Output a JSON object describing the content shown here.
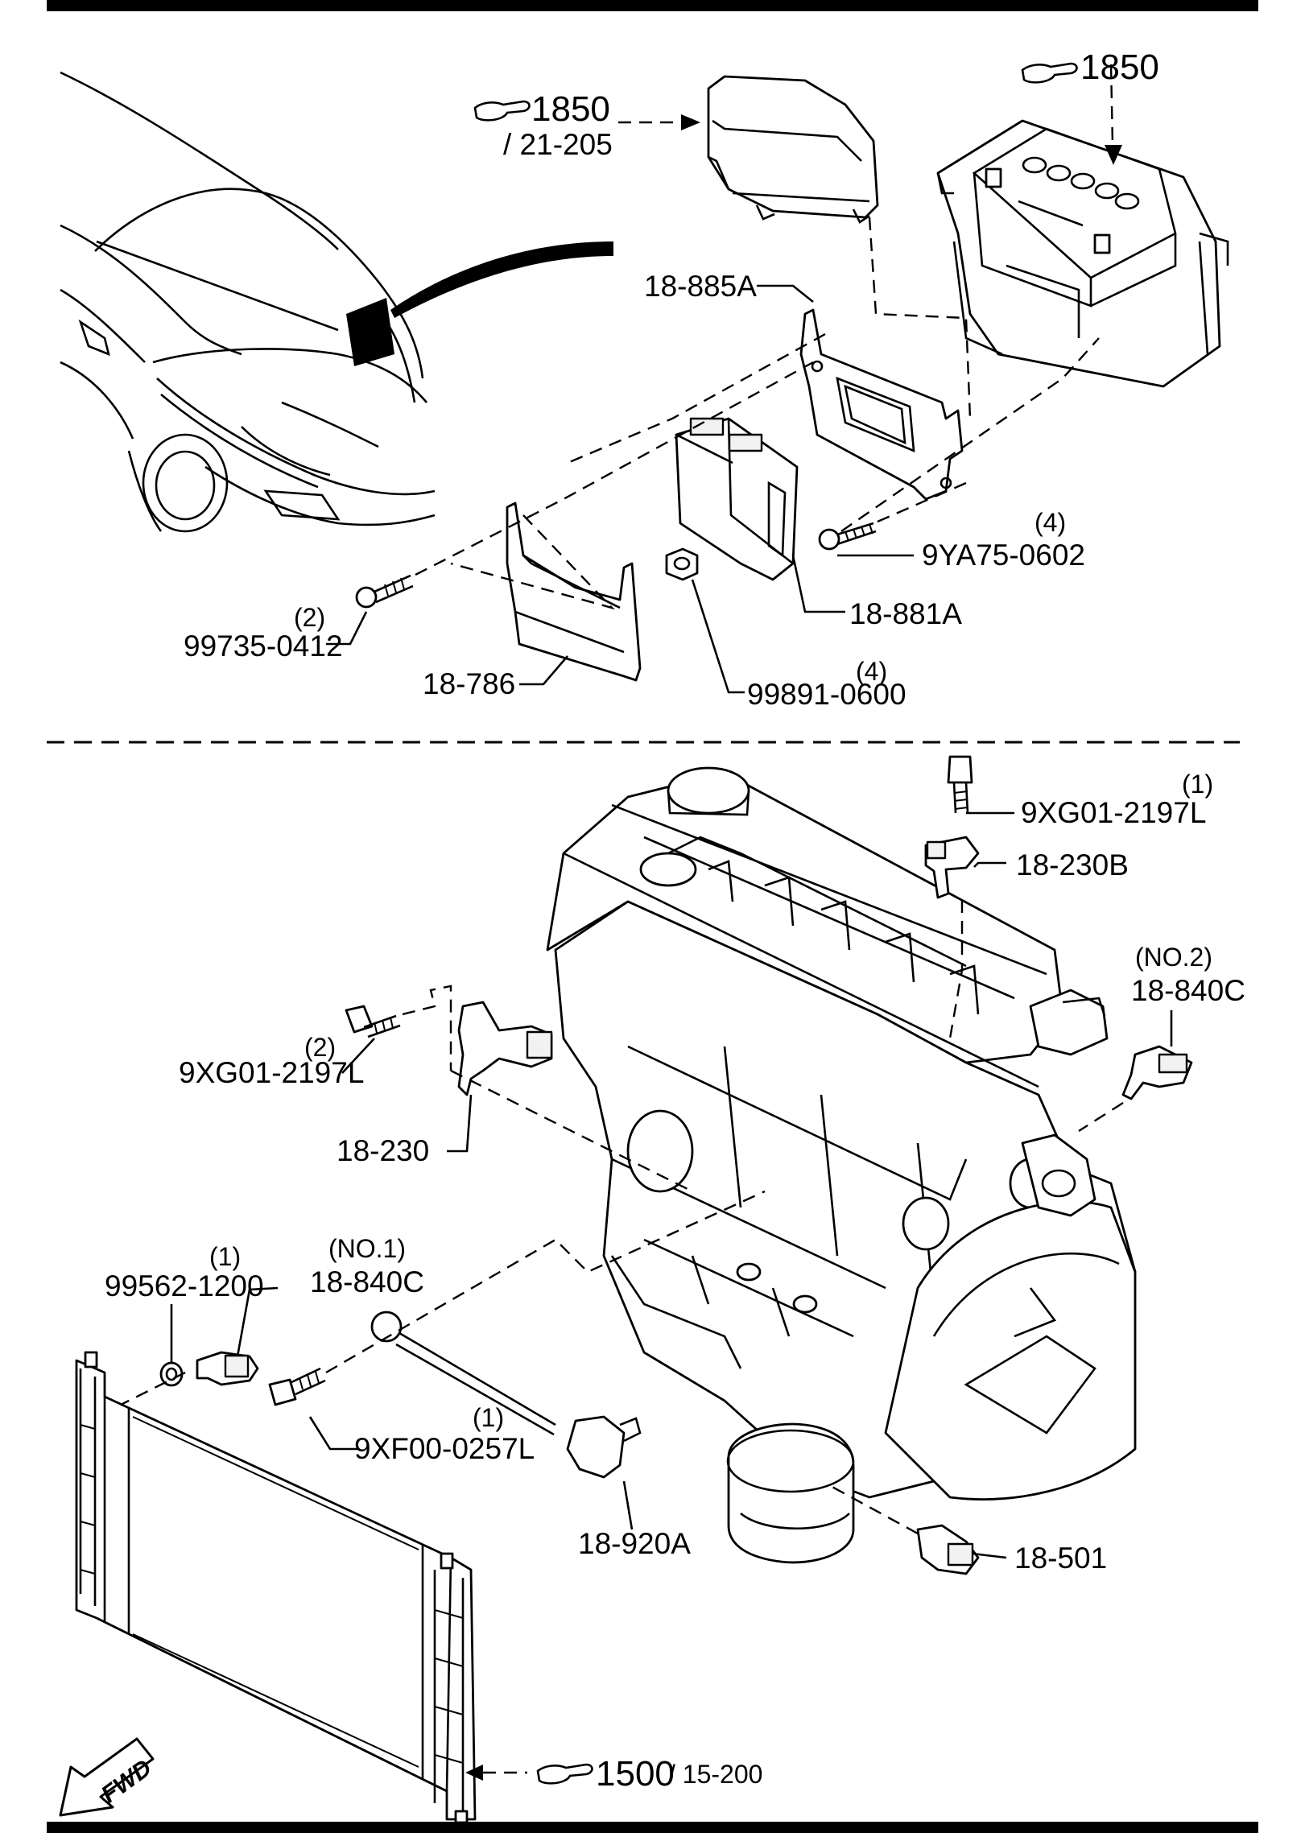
{
  "top_refs": [
    {
      "id": "ref-ecu-cover",
      "main": "1850",
      "sub": "/ 21-205"
    },
    {
      "id": "ref-battery",
      "main": "1850",
      "sub": ""
    },
    {
      "id": "ref-radiator",
      "main": "1500",
      "sub": "/ 15-200"
    }
  ],
  "parts": [
    {
      "id": "p-18-885A",
      "number": "18-885A",
      "qty": ""
    },
    {
      "id": "p-9YA75-0602",
      "number": "9YA75-0602",
      "qty": "(4)"
    },
    {
      "id": "p-18-881A",
      "number": "18-881A",
      "qty": ""
    },
    {
      "id": "p-99735-0412",
      "number": "99735-0412",
      "qty": "(2)"
    },
    {
      "id": "p-18-786",
      "number": "18-786",
      "qty": ""
    },
    {
      "id": "p-99891-0600",
      "number": "99891-0600",
      "qty": "(4)"
    },
    {
      "id": "p-9XG01-2197L-a",
      "number": "9XG01-2197L",
      "qty": "(1)"
    },
    {
      "id": "p-18-230B",
      "number": "18-230B",
      "qty": ""
    },
    {
      "id": "p-18-840C-no2",
      "number": "18-840C",
      "qty": "(NO.2)"
    },
    {
      "id": "p-9XG01-2197L-b",
      "number": "9XG01-2197L",
      "qty": "(2)"
    },
    {
      "id": "p-18-230",
      "number": "18-230",
      "qty": ""
    },
    {
      "id": "p-99562-1200",
      "number": "99562-1200",
      "qty": "(1)"
    },
    {
      "id": "p-18-840C-no1",
      "number": "18-840C",
      "qty": "(NO.1)"
    },
    {
      "id": "p-9XF00-0257L",
      "number": "9XF00-0257L",
      "qty": "(1)"
    },
    {
      "id": "p-18-920A",
      "number": "18-920A",
      "qty": ""
    },
    {
      "id": "p-18-501",
      "number": "18-501",
      "qty": ""
    }
  ],
  "fwd_label": "FWD"
}
